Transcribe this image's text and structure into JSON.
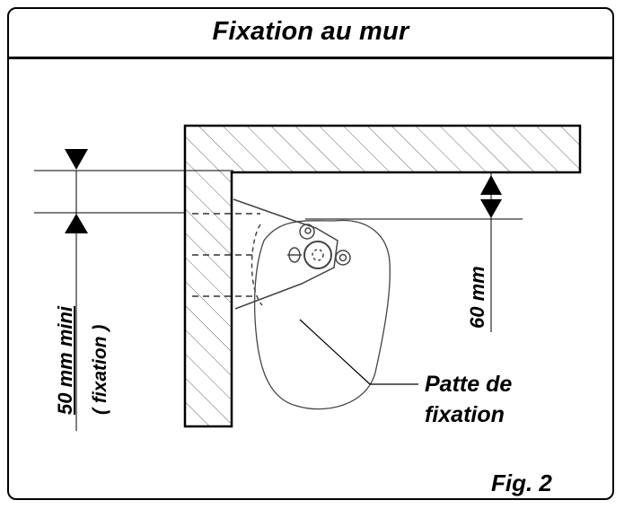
{
  "title": "Fixation au mur",
  "labels": {
    "min_distance": "50 mm  mini",
    "min_distance_note": "( fixation )",
    "height": "60 mm",
    "bracket_line1": "Patte de",
    "bracket_line2": "fixation",
    "figure": "Fig. 2"
  },
  "colors": {
    "line": "#000000",
    "hatch": "#555555",
    "background": "#ffffff"
  }
}
